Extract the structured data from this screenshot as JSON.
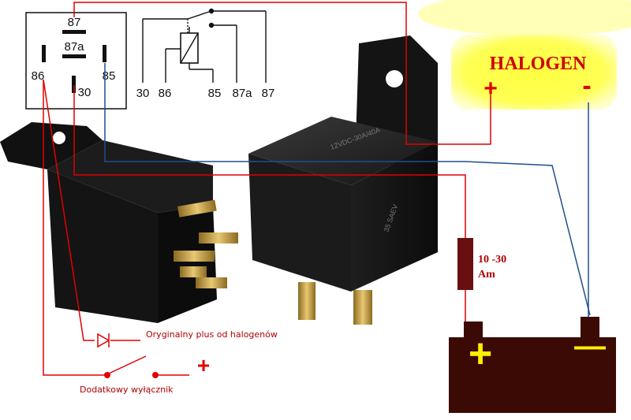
{
  "pin_diagram": {
    "pins": {
      "p87": "87",
      "p87a": "87a",
      "p86": "86",
      "p85": "85",
      "p30": "30"
    }
  },
  "schematic": {
    "labels": [
      "30",
      "86",
      "85",
      "87a",
      "87"
    ]
  },
  "halogen": {
    "title": "HALOGEN",
    "plus": "+",
    "minus": "-"
  },
  "fuse": {
    "label_line1": "10 -30",
    "label_line2": "Am"
  },
  "battery": {
    "plus": "+",
    "minus": "—"
  },
  "notes": {
    "diode": "Oryginalny plus od halogenów",
    "switch": "Dodatkowy wyłącznik",
    "switch_plus": "+"
  },
  "relay_print": {
    "front_text": "12VDC-30A/40A",
    "side_text": "35 SAEV"
  },
  "colors": {
    "wire_red": "#e00000",
    "wire_blue": "#1f4f8a",
    "halogen_bg": "#ffff33",
    "battery_body": "#3b0a05",
    "battery_sign": "#ffee00",
    "relay_body": "#1a1a1a"
  }
}
